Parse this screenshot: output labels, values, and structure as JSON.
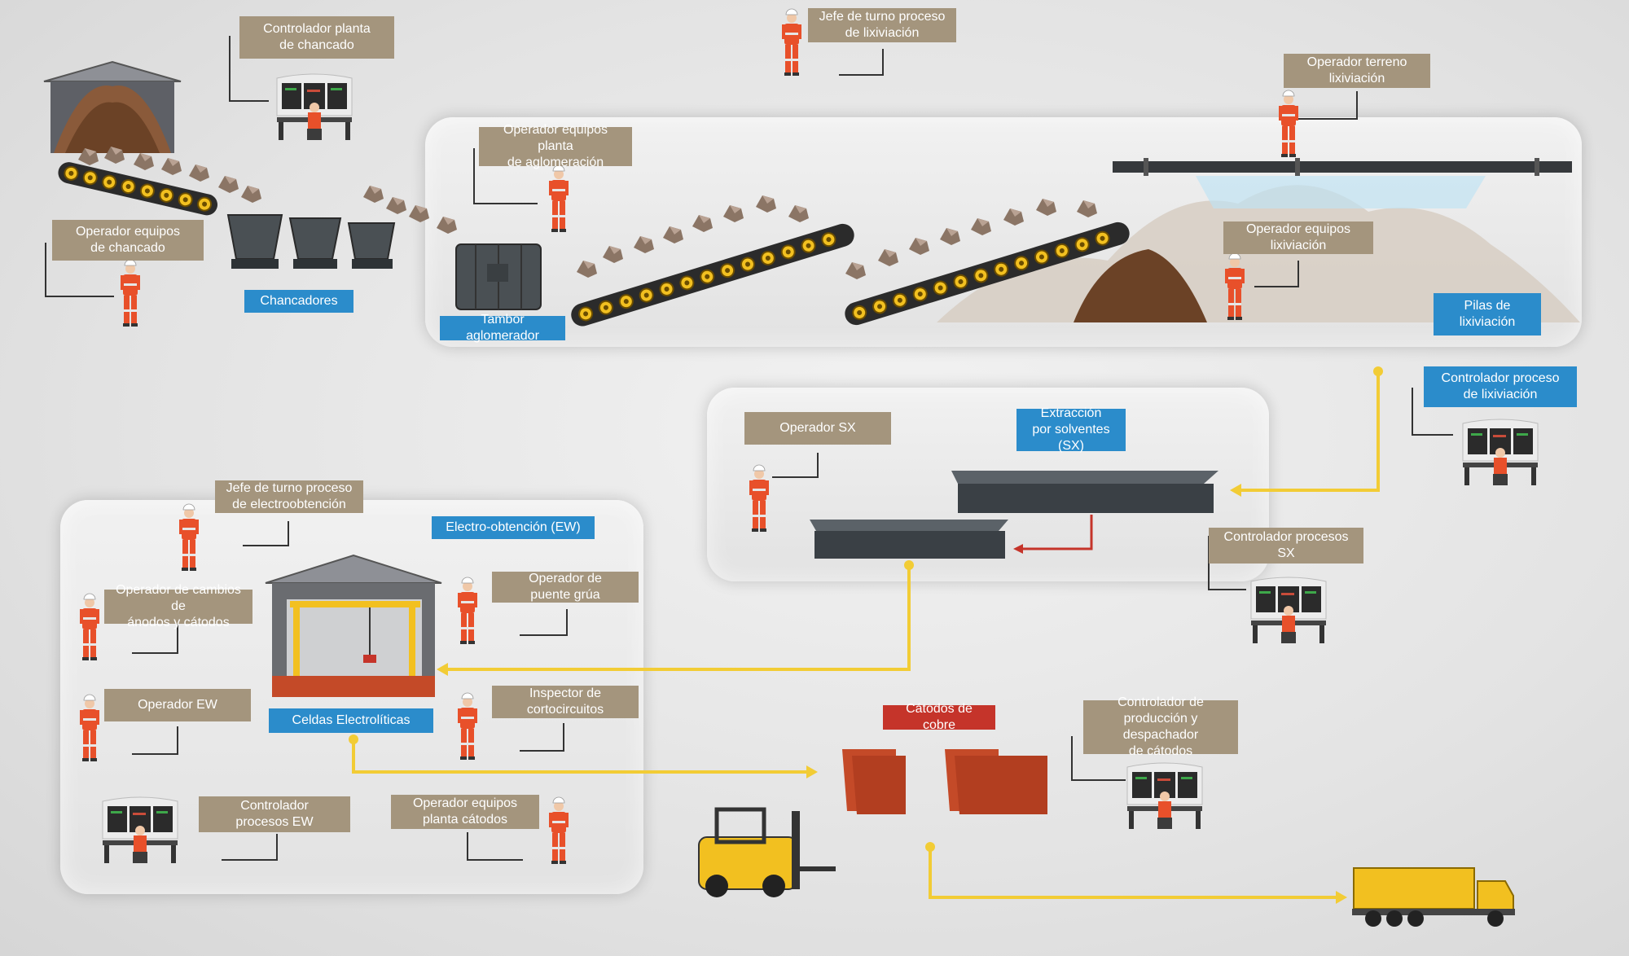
{
  "colors": {
    "tan_label": "#a4957d",
    "blue_label": "#2b8ccb",
    "red_label": "#c5342a",
    "flow_arrow": "#f2cc35",
    "panel": "#ebebeb"
  },
  "roles": {
    "controlador_planta_chancado": "Controlador planta\nde chancado",
    "operador_equipos_chancado": "Operador equipos\nde chancado",
    "jefe_turno_lixiviacion": "Jefe de turno proceso\nde lixiviación",
    "operador_terreno_lixiviacion": "Operador terreno\nlixiviación",
    "operador_equipos_aglomeracion": "Operador equipos planta\nde aglomeración",
    "operador_equipos_lixiviacion": "Operador equipos\nlixiviación",
    "controlador_proceso_lixiviacion": "Controlador proceso\nde lixiviación",
    "operador_sx": "Operador SX",
    "controlador_procesos_sx": "Controlador procesos SX",
    "jefe_turno_electroobtencion": "Jefe de turno proceso\nde electroobtención",
    "operador_cambios_anodos": "Operador de cambios de\nánodos y cátodos",
    "operador_puente_grua": "Operador de\npuente grúa",
    "operador_ew": "Operador EW",
    "inspector_cortocircuitos": "Inspector de\ncortocircuitos",
    "controlador_procesos_ew": "Controlador\nprocesos EW",
    "operador_equipos_catodos": "Operador equipos\nplanta cátodos",
    "controlador_produccion_catodos": "Controlador de\nproducción y despachador\nde cátodos"
  },
  "stages": {
    "chancadores": "Chancadores",
    "tambor_aglomerador": "Tambor aglomerador",
    "pilas_lixiviacion": "Pilas de\nlixiviación",
    "extraccion_solventes": "Extracción\npor solventes (SX)",
    "electro_obtencion": "Electro-obtención (EW)",
    "celdas_electroliticas": "Celdas Electrolíticas",
    "catodos_cobre": "Cátodos de cobre"
  },
  "icons": [
    "worker-icon",
    "control-station-icon",
    "conveyor-icon",
    "crusher-icon",
    "agglomerator-drum-icon",
    "ore-pile-icon",
    "sprinkler-icon",
    "sx-tank-icon",
    "crane-building-icon",
    "copper-cathode-icon",
    "forklift-icon",
    "truck-icon"
  ]
}
